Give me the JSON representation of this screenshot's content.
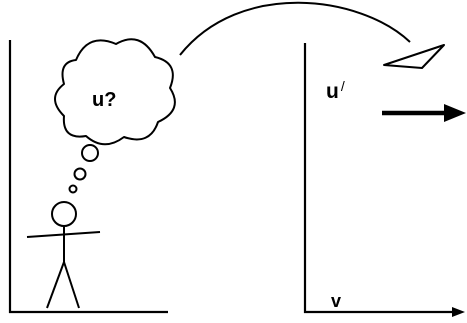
{
  "thought_label": "u?",
  "right_frame": {
    "velocity_label": "u",
    "prime_mark": "/",
    "axis_label": "v"
  },
  "colors": {
    "ink": "#000000",
    "background": "#ffffff"
  }
}
